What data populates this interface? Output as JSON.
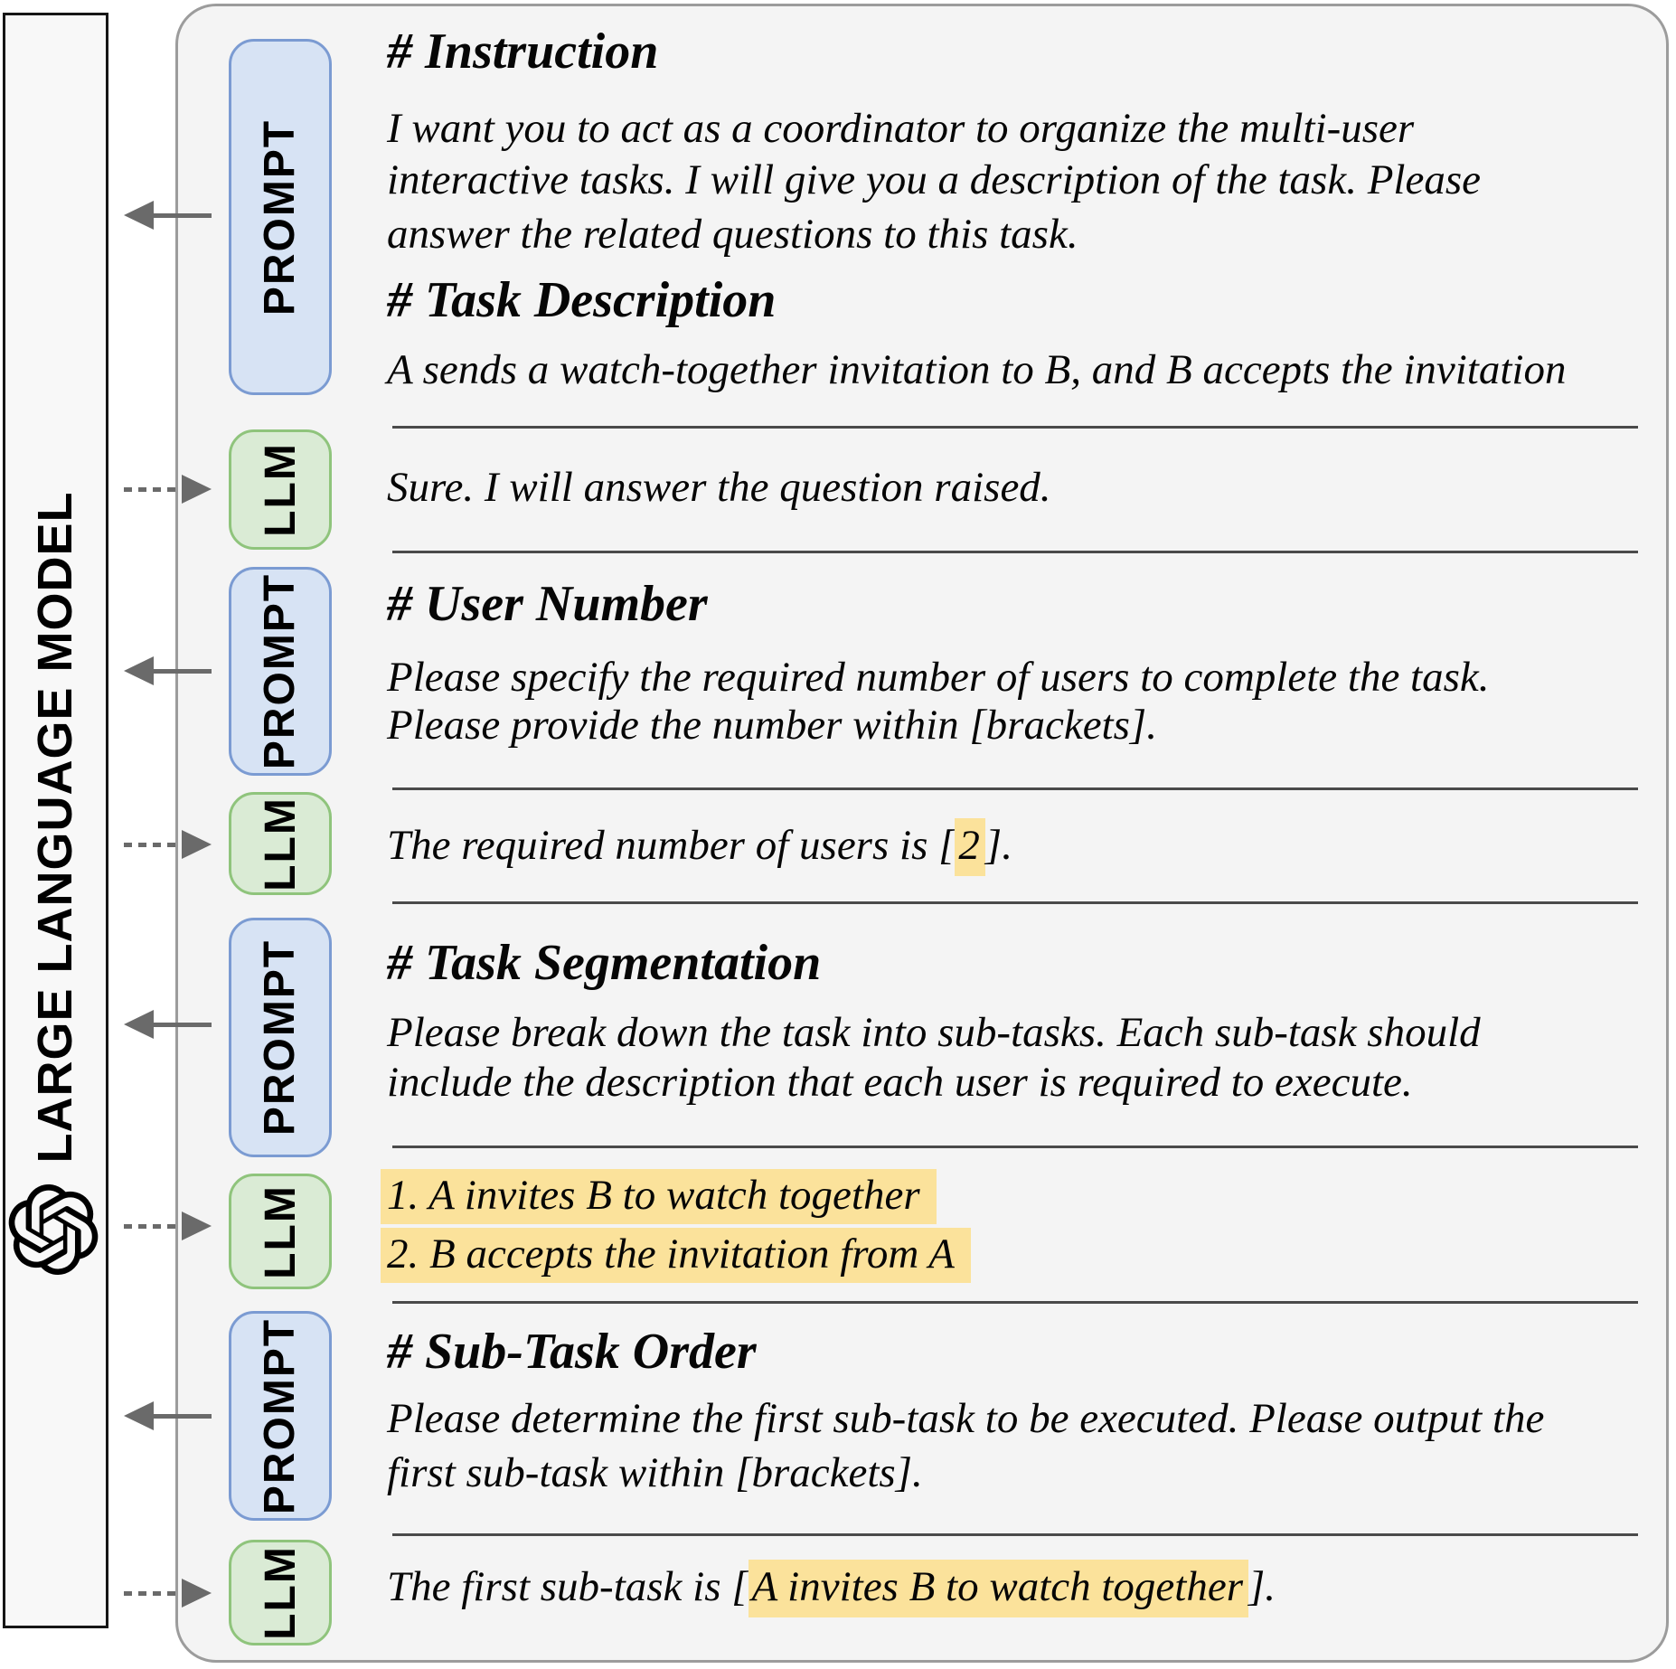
{
  "sidebar": {
    "label": "LARGE LANGUAGE MODEL",
    "icon": "openai-logo"
  },
  "tags": {
    "prompt": "PROMPT",
    "llm": "LLM"
  },
  "sections": {
    "s1": {
      "heading1": "# Instruction",
      "line1": "I want you to act as a coordinator to organize the multi-user",
      "line2": "interactive tasks. I will give you a description of the task. Please",
      "line3": "answer the related questions to this task.",
      "heading2": "# Task Description",
      "line4": "A sends a watch-together invitation to B, and B accepts the invitation"
    },
    "s2": {
      "line1": "Sure. I will answer the question raised."
    },
    "s3": {
      "heading": "# User Number",
      "line1": "Please specify the required number of users to complete the task.",
      "line2": "Please provide the number within [brackets]."
    },
    "s4": {
      "prefix": "The required number of users is [",
      "highlight": "2",
      "suffix": "]."
    },
    "s5": {
      "heading": "# Task Segmentation",
      "line1": "Please break down the task into sub-tasks. Each sub-task should",
      "line2": "include the description that each user is required to execute."
    },
    "s6": {
      "highlight1": "1. A invites B to watch together",
      "highlight2": "2. B accepts the invitation from A"
    },
    "s7": {
      "heading": "# Sub-Task Order",
      "line1": "Please determine the first sub-task to be executed. Please output the",
      "line2": "first sub-task within [brackets]."
    },
    "s8": {
      "prefix": "The first sub-task is [",
      "highlight": "A invites B to watch together",
      "suffix": "]."
    }
  },
  "colors": {
    "prompt-fill": "#d7e3f4",
    "prompt-border": "#7b9bd2",
    "llm-fill": "#daebd5",
    "llm-border": "#8fc47c",
    "highlight": "#fbe29b",
    "arrow": "#6a6a6a",
    "divider": "#4a4a4a",
    "panel-bg": "#f4f4f4",
    "panel-border": "#9c9c9c",
    "sidebar-bg": "#f8f8f8",
    "sidebar-border": "#161616",
    "ink": "#060606"
  }
}
